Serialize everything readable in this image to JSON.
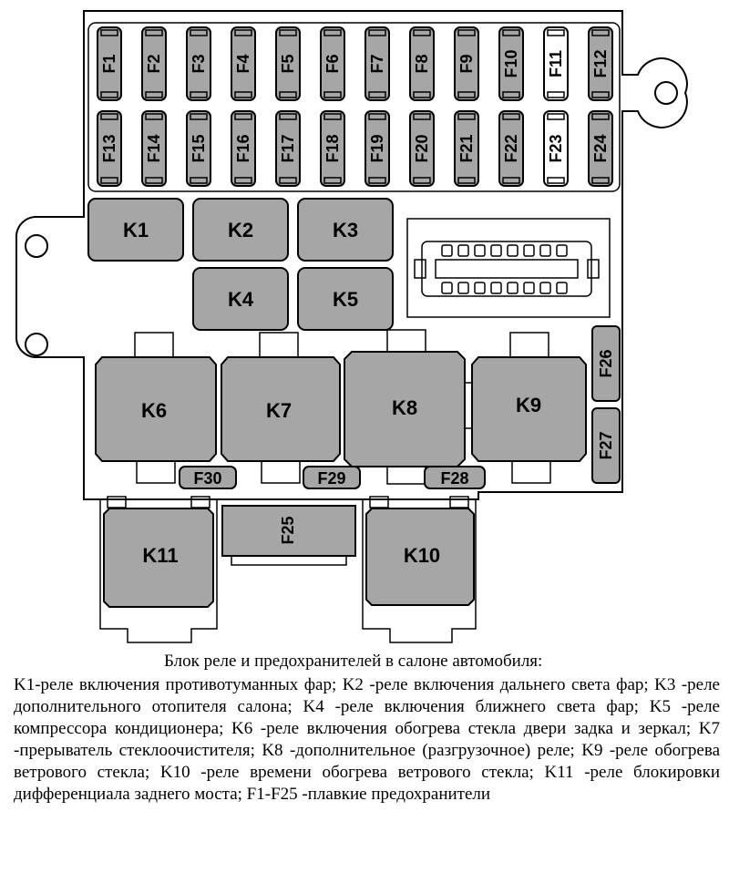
{
  "fuses_top": [
    "F1",
    "F2",
    "F3",
    "F4",
    "F5",
    "F6",
    "F7",
    "F8",
    "F9",
    "F10",
    "F11",
    "F12"
  ],
  "fuses_bottom": [
    "F13",
    "F14",
    "F15",
    "F16",
    "F17",
    "F18",
    "F19",
    "F20",
    "F21",
    "F22",
    "F23",
    "F24"
  ],
  "side_fuses": [
    "F26",
    "F27"
  ],
  "lower_fuses": [
    "F30",
    "F29",
    "F28"
  ],
  "center_fuse": "F25",
  "relays": [
    "K1",
    "K2",
    "K3",
    "K4",
    "K5",
    "K6",
    "K7",
    "K8",
    "K9",
    "K10",
    "K11"
  ],
  "caption": {
    "title": "Блок реле и предохранителей в салоне автомобиля:",
    "body": "K1-реле включения противотуманных фар; K2 -реле включения дальнего света фар; K3 -реле дополнительного отопителя салона; K4 -реле включения ближнего света фар; K5 -реле компрессора кондиционера; K6 -реле включения обогрева стекла двери задка и зеркал; K7 -прерыватель стеклоочистителя; K8 -дополнительное (разгрузочное) реле; K9 -реле обогрева ветрового стекла; K10 -реле времени обогрева ветрового стекла; K11 -реле блокировки дифференциала заднего моста; F1-F25 -плавкие предохранители"
  },
  "colors": {
    "shade": "#a6a6a6",
    "line": "#000000"
  }
}
